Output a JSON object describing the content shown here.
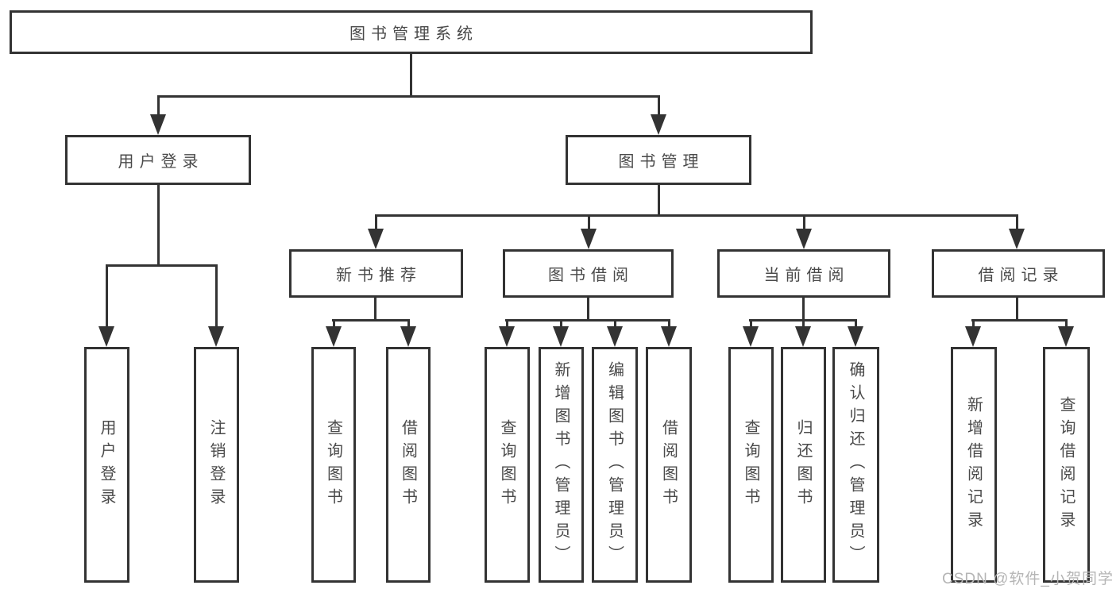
{
  "diagram": {
    "root": "图书管理系统",
    "level1": [
      "用户登录",
      "图书管理"
    ],
    "level2": [
      "新书推荐",
      "图书借阅",
      "当前借阅",
      "借阅记录"
    ],
    "leaves": [
      "用户登录",
      "注销登录",
      "查询图书",
      "借阅图书",
      "查询图书",
      "新增图书（管理员）",
      "编辑图书（管理员）",
      "借阅图书",
      "查询图书",
      "归还图书",
      "确认归还（管理员）",
      "新增借阅记录",
      "查询借阅记录"
    ]
  },
  "watermark": "CSDN @软件_小贺同学",
  "colors": {
    "line": "#333333",
    "box_border": "#333333",
    "text": "#4a4a4a",
    "watermark": "#b5b5b5",
    "background": "#ffffff"
  }
}
